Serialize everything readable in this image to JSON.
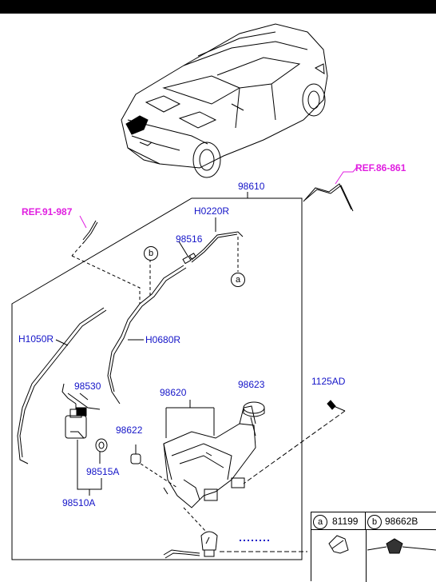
{
  "header": {
    "bar_color": "#000000"
  },
  "colors": {
    "part_label": "#1414c8",
    "reference_link": "#e01ee0",
    "lines": "#000000"
  },
  "references": {
    "ref_86": "REF.86-861",
    "ref_91": "REF.91-987"
  },
  "parts": {
    "p98610": "98610",
    "pH0220R": "H0220R",
    "p98516": "98516",
    "pH1050R": "H1050R",
    "pH0680R": "H0680R",
    "p98530": "98530",
    "p98620": "98620",
    "p98623": "98623",
    "p1125AD": "1125AD",
    "p98622": "98622",
    "p98515A": "98515A",
    "p98510A": "98510A"
  },
  "callouts": {
    "a": "a",
    "b": "b"
  },
  "legend": {
    "a_letter": "a",
    "a_code": "81199",
    "b_letter": "b",
    "b_code": "98662B"
  }
}
